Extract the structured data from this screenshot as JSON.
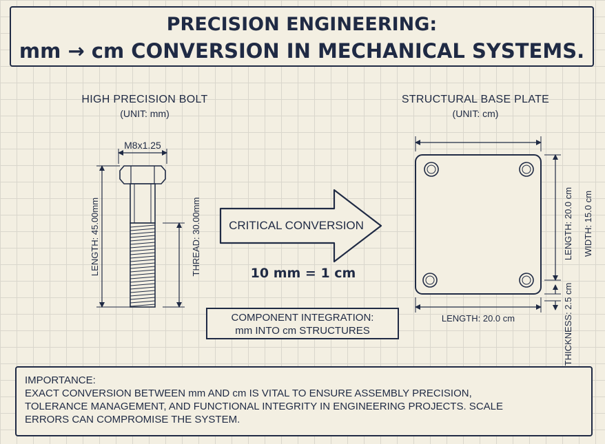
{
  "title": {
    "line1": "PRECISION ENGINEERING:",
    "line2": "mm → cm CONVERSION IN MECHANICAL SYSTEMS."
  },
  "bolt": {
    "heading": "HIGH PRECISION BOLT",
    "unit": "(UNIT: mm)",
    "thread_spec": "M8x1.25",
    "length_label": "LENGTH: 45.00mm",
    "thread_label": "THREAD: 30.00mm"
  },
  "conversion": {
    "arrow_label": "CRITICAL CONVERSION",
    "equation": "10 mm = 1 cm"
  },
  "integration": {
    "line1": "COMPONENT INTEGRATION:",
    "line2": "mm INTO cm STRUCTURES"
  },
  "plate": {
    "heading": "STRUCTURAL BASE PLATE",
    "unit": "(UNIT: cm)",
    "bottom_length_label": "LENGTH: 20.0 cm",
    "side_length_label": "LENGTH: 20.0 cm",
    "width_label": "WIDTH: 15.0 cm",
    "thickness_label": "THICKNESS: 2.5 cm"
  },
  "importance": {
    "heading": "IMPORTANCE:",
    "lines": [
      "EXACT CONVERSION BETWEEN mm AND cm IS VITAL TO ENSURE ASSEMBLY PRECISION,",
      "TOLERANCE MANAGEMENT, AND FUNCTIONAL INTEGRITY IN ENGINEERING PROJECTS. SCALE",
      "ERRORS CAN COMPROMISE THE SYSTEM."
    ]
  },
  "colors": {
    "ink": "#1f2a44",
    "paper": "#f3efe2",
    "grid": "#d9d6cc"
  }
}
